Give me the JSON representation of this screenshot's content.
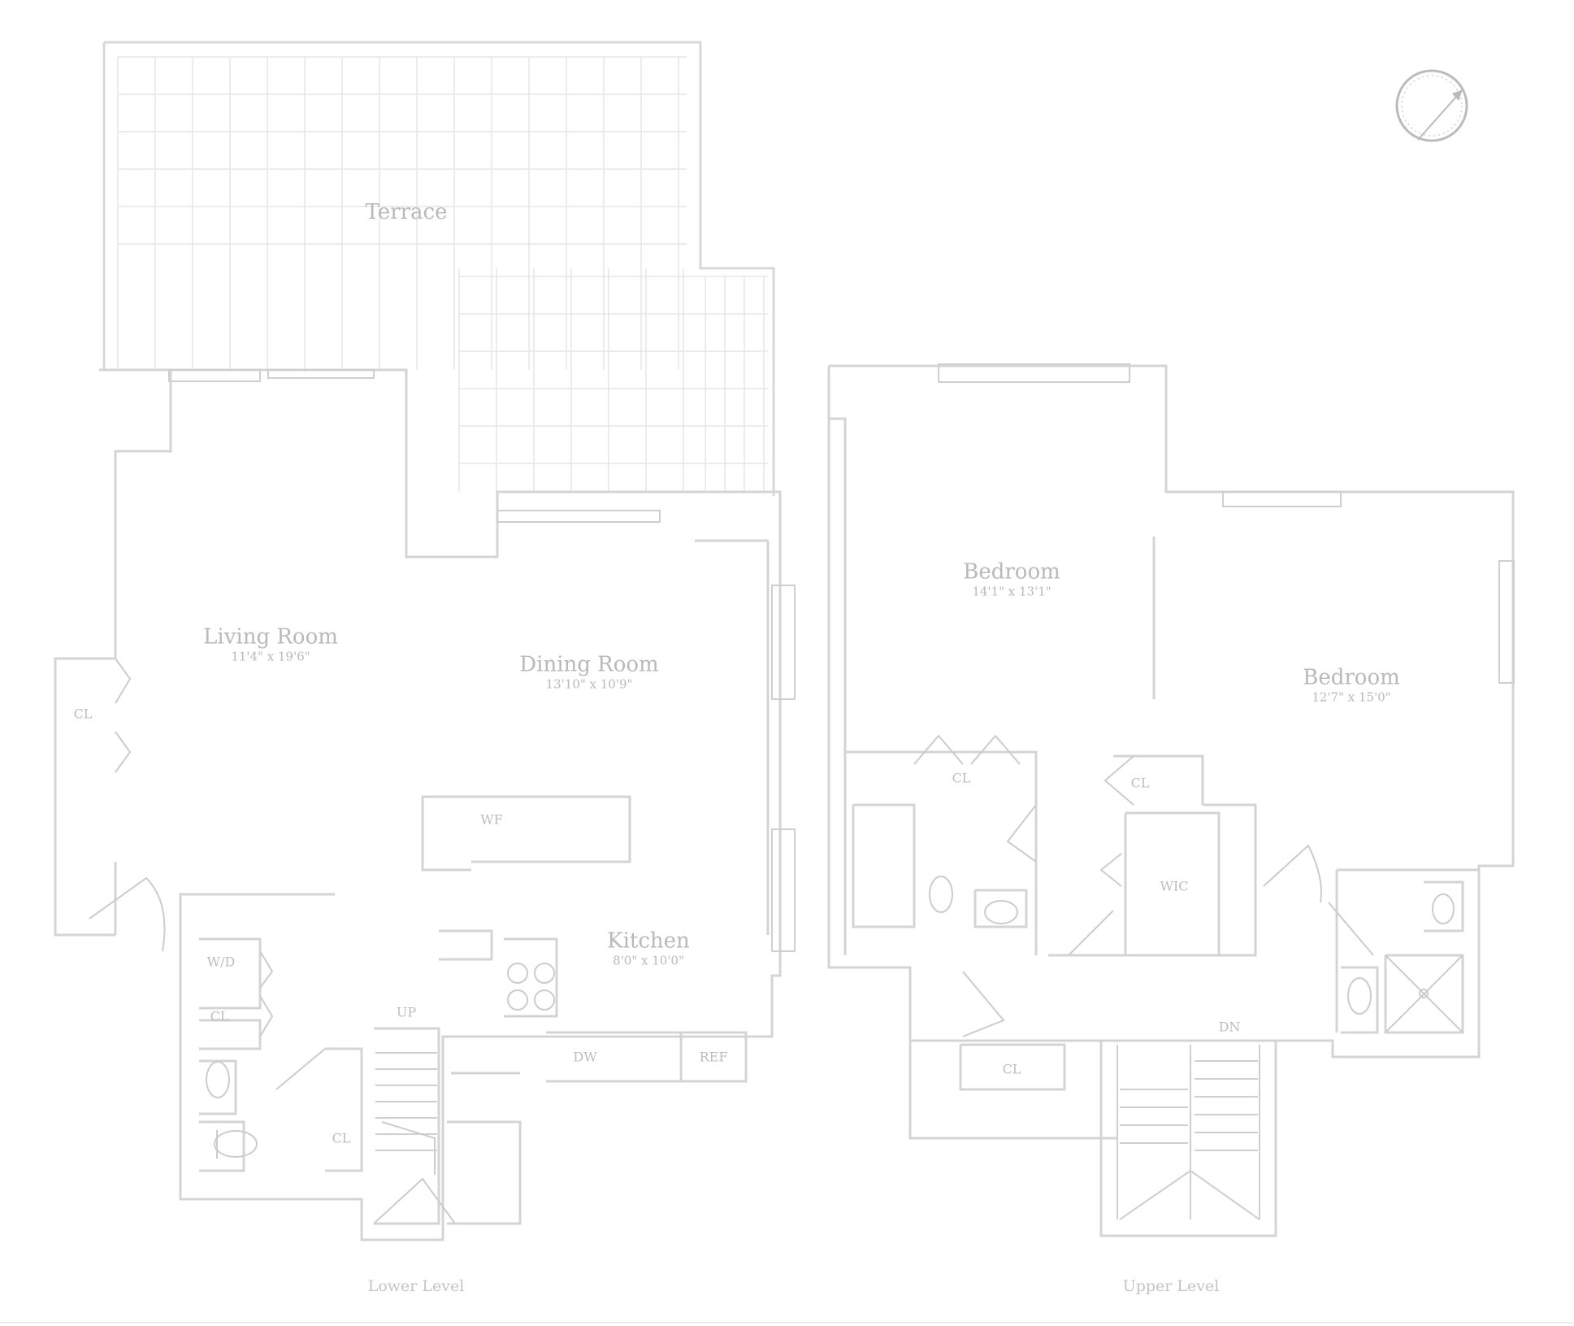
{
  "colors": {
    "wall": "#d8d8d8",
    "line": "#e2e2e2",
    "text": "#b9b9b9"
  },
  "rooms": {
    "terrace": {
      "name": "Terrace"
    },
    "living": {
      "name": "Living Room",
      "dim": "11'4\" x 19'6\""
    },
    "dining": {
      "name": "Dining Room",
      "dim": "13'10\" x 10'9\""
    },
    "kitchen": {
      "name": "Kitchen",
      "dim": "8'0\" x 10'0\""
    },
    "bedroom1": {
      "name": "Bedroom",
      "dim": "14'1\" x 13'1\""
    },
    "bedroom2": {
      "name": "Bedroom",
      "dim": "12'7\" x 15'0\""
    }
  },
  "fixtures": {
    "cl_living": "CL",
    "wd": "W/D",
    "cl_lower_1": "CL",
    "cl_lower_2": "CL",
    "up": "UP",
    "dw": "DW",
    "ref": "REF",
    "cl_upper_1": "CL",
    "cl_upper_2": "CL",
    "wic": "WIC",
    "dn": "DN",
    "cl_upper_3": "CL",
    "wf": "WF"
  },
  "levels": {
    "lower": "Lower Level",
    "upper": "Upper Level"
  },
  "icons": {
    "compass": "compass-icon"
  }
}
